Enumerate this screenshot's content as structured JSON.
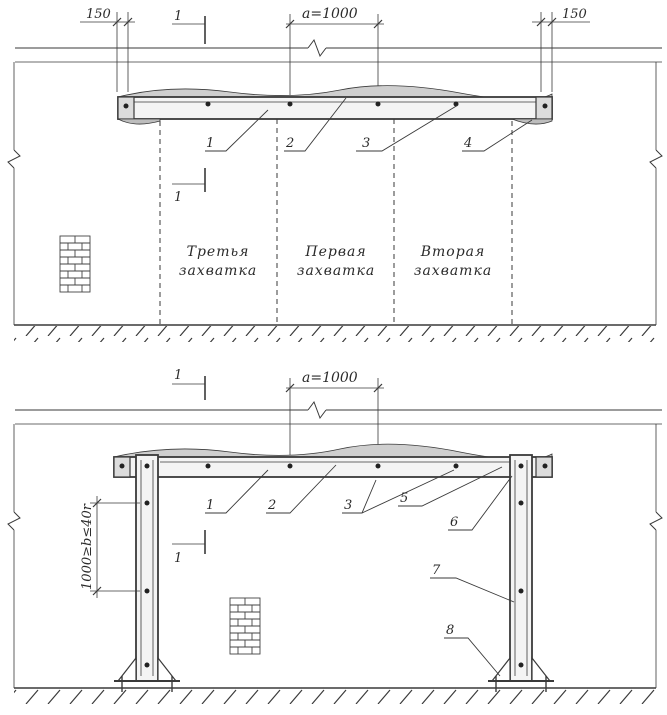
{
  "top_view": {
    "dim_left": "150",
    "dim_right": "150",
    "dim_spacing": "a=1000",
    "section_mark_top": "1",
    "section_mark_bottom": "1",
    "callouts": [
      "1",
      "2",
      "3",
      "4"
    ],
    "stage_third": [
      "Третья",
      "захватка"
    ],
    "stage_first": [
      "Первая",
      "захватка"
    ],
    "stage_second": [
      "Вторая",
      "захватка"
    ]
  },
  "bottom_view": {
    "dim_spacing": "a=1000",
    "section_mark_top": "1",
    "section_mark_bottom": "1",
    "callouts": [
      "1",
      "2",
      "3",
      "5",
      "6",
      "7",
      "8"
    ],
    "post_spacing_label": "1000≥b≤40r"
  },
  "colors": {
    "line": "#3a3a3a",
    "text": "#2b2b2b",
    "background": "#ffffff"
  }
}
